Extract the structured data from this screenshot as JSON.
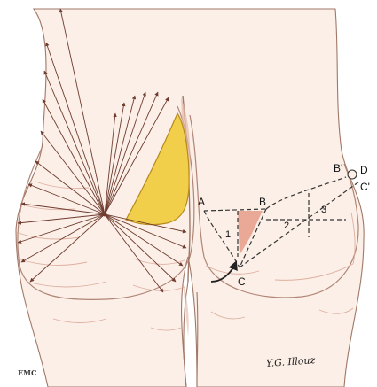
{
  "figure": {
    "point_labels": {
      "A": "A",
      "B": "B",
      "C": "C",
      "B_prime": "B'",
      "C_prime": "C'",
      "D": "D"
    },
    "region_labels": [
      "1",
      "2",
      "3"
    ],
    "logo": "EMC",
    "signature": "Y.G. Illouz"
  },
  "colors": {
    "background": "#ffffff",
    "skin": "#fbefe7",
    "skin_shadow": "#e3b8a6",
    "outline": "#a07868",
    "arrow": "#6e3b2e",
    "fat_excision": "#f2cf4a",
    "fat_outline": "#b88a1c",
    "triangle_fill": "#e8a08e",
    "dashed_line": "#333333"
  }
}
